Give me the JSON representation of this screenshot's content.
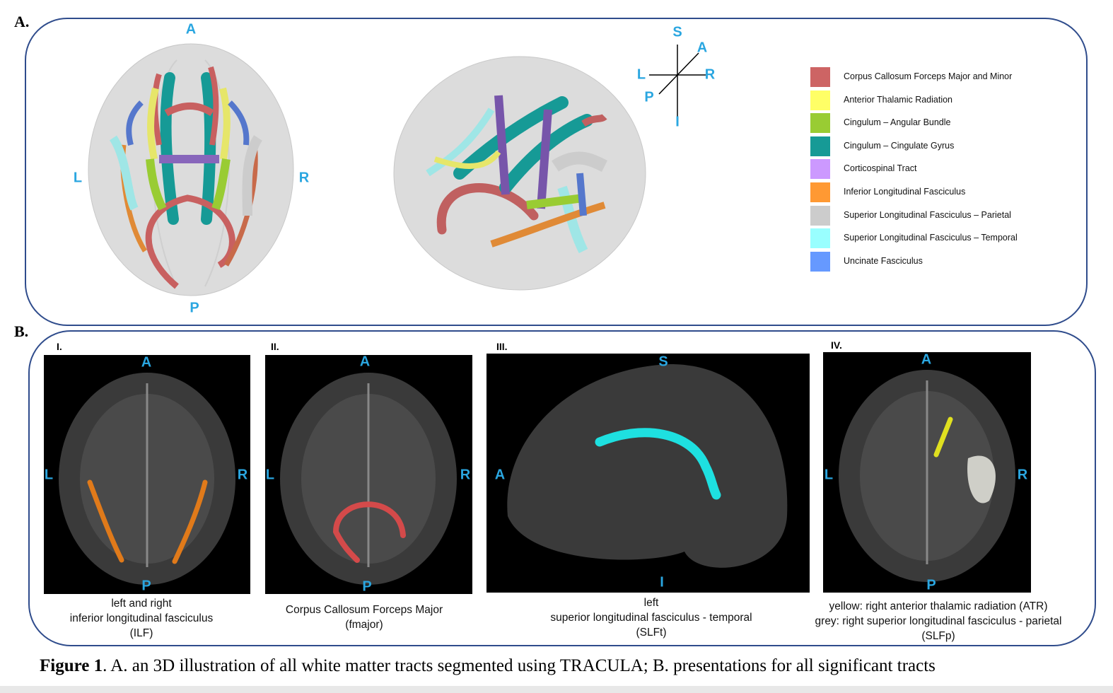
{
  "section_a": {
    "label": "A.",
    "axial_labels": {
      "anterior": "A",
      "left": "L",
      "right": "R",
      "posterior": "P"
    },
    "orientation": {
      "superior": "S",
      "anterior": "A",
      "left": "L",
      "right": "R",
      "posterior": "P",
      "inferior": "I"
    },
    "legend": [
      {
        "label": "Corpus Callosum Forceps Major and Minor",
        "color": "#cd6464"
      },
      {
        "label": "Anterior Thalamic Radiation",
        "color": "#ffff66"
      },
      {
        "label": "Cingulum – Angular Bundle",
        "color": "#99cc33"
      },
      {
        "label": "Cingulum – Cingulate Gyrus",
        "color": "#169a96"
      },
      {
        "label": "Corticospinal Tract",
        "color": "#cc99ff"
      },
      {
        "label": "Inferior  Longitudinal Fasciculus",
        "color": "#ff9933"
      },
      {
        "label": "Superior  Longitudinal Fasciculus – Parietal",
        "color": "#cccccc"
      },
      {
        "label": "Superior  Longitudinal Fasciculus – Temporal",
        "color": "#99ffff"
      },
      {
        "label": "Uncinate Fasciculus",
        "color": "#6699ff"
      }
    ]
  },
  "section_b": {
    "label": "B.",
    "panels": [
      {
        "numeral": "I.",
        "top": "A",
        "left": "L",
        "right": "R",
        "bottom": "P",
        "caption": [
          "left and right",
          "inferior longitudinal fasciculus",
          "(ILF)"
        ]
      },
      {
        "numeral": "II.",
        "top": "A",
        "left": "L",
        "right": "R",
        "bottom": "P",
        "caption": [
          "Corpus Callosum Forceps Major",
          "(fmajor)"
        ]
      },
      {
        "numeral": "III.",
        "top": "S",
        "left": "A",
        "bottom": "I",
        "caption": [
          "left",
          "superior longitudinal fasciculus - temporal",
          "(SLFt)"
        ]
      },
      {
        "numeral": "IV.",
        "top": "A",
        "left": "L",
        "right": "R",
        "bottom": "P",
        "caption": [
          "yellow: right anterior thalamic radiation (ATR)",
          "grey: right superior longitudinal fasciculus - parietal",
          "(SLFp)"
        ]
      }
    ]
  },
  "figure_caption": {
    "label": "Figure 1",
    "text": ". A. an 3D illustration of all white matter tracts segmented using TRACULA; B. presentations for all significant tracts"
  },
  "accent_color": "#2aa6e0",
  "border_color": "#2f4c8c"
}
